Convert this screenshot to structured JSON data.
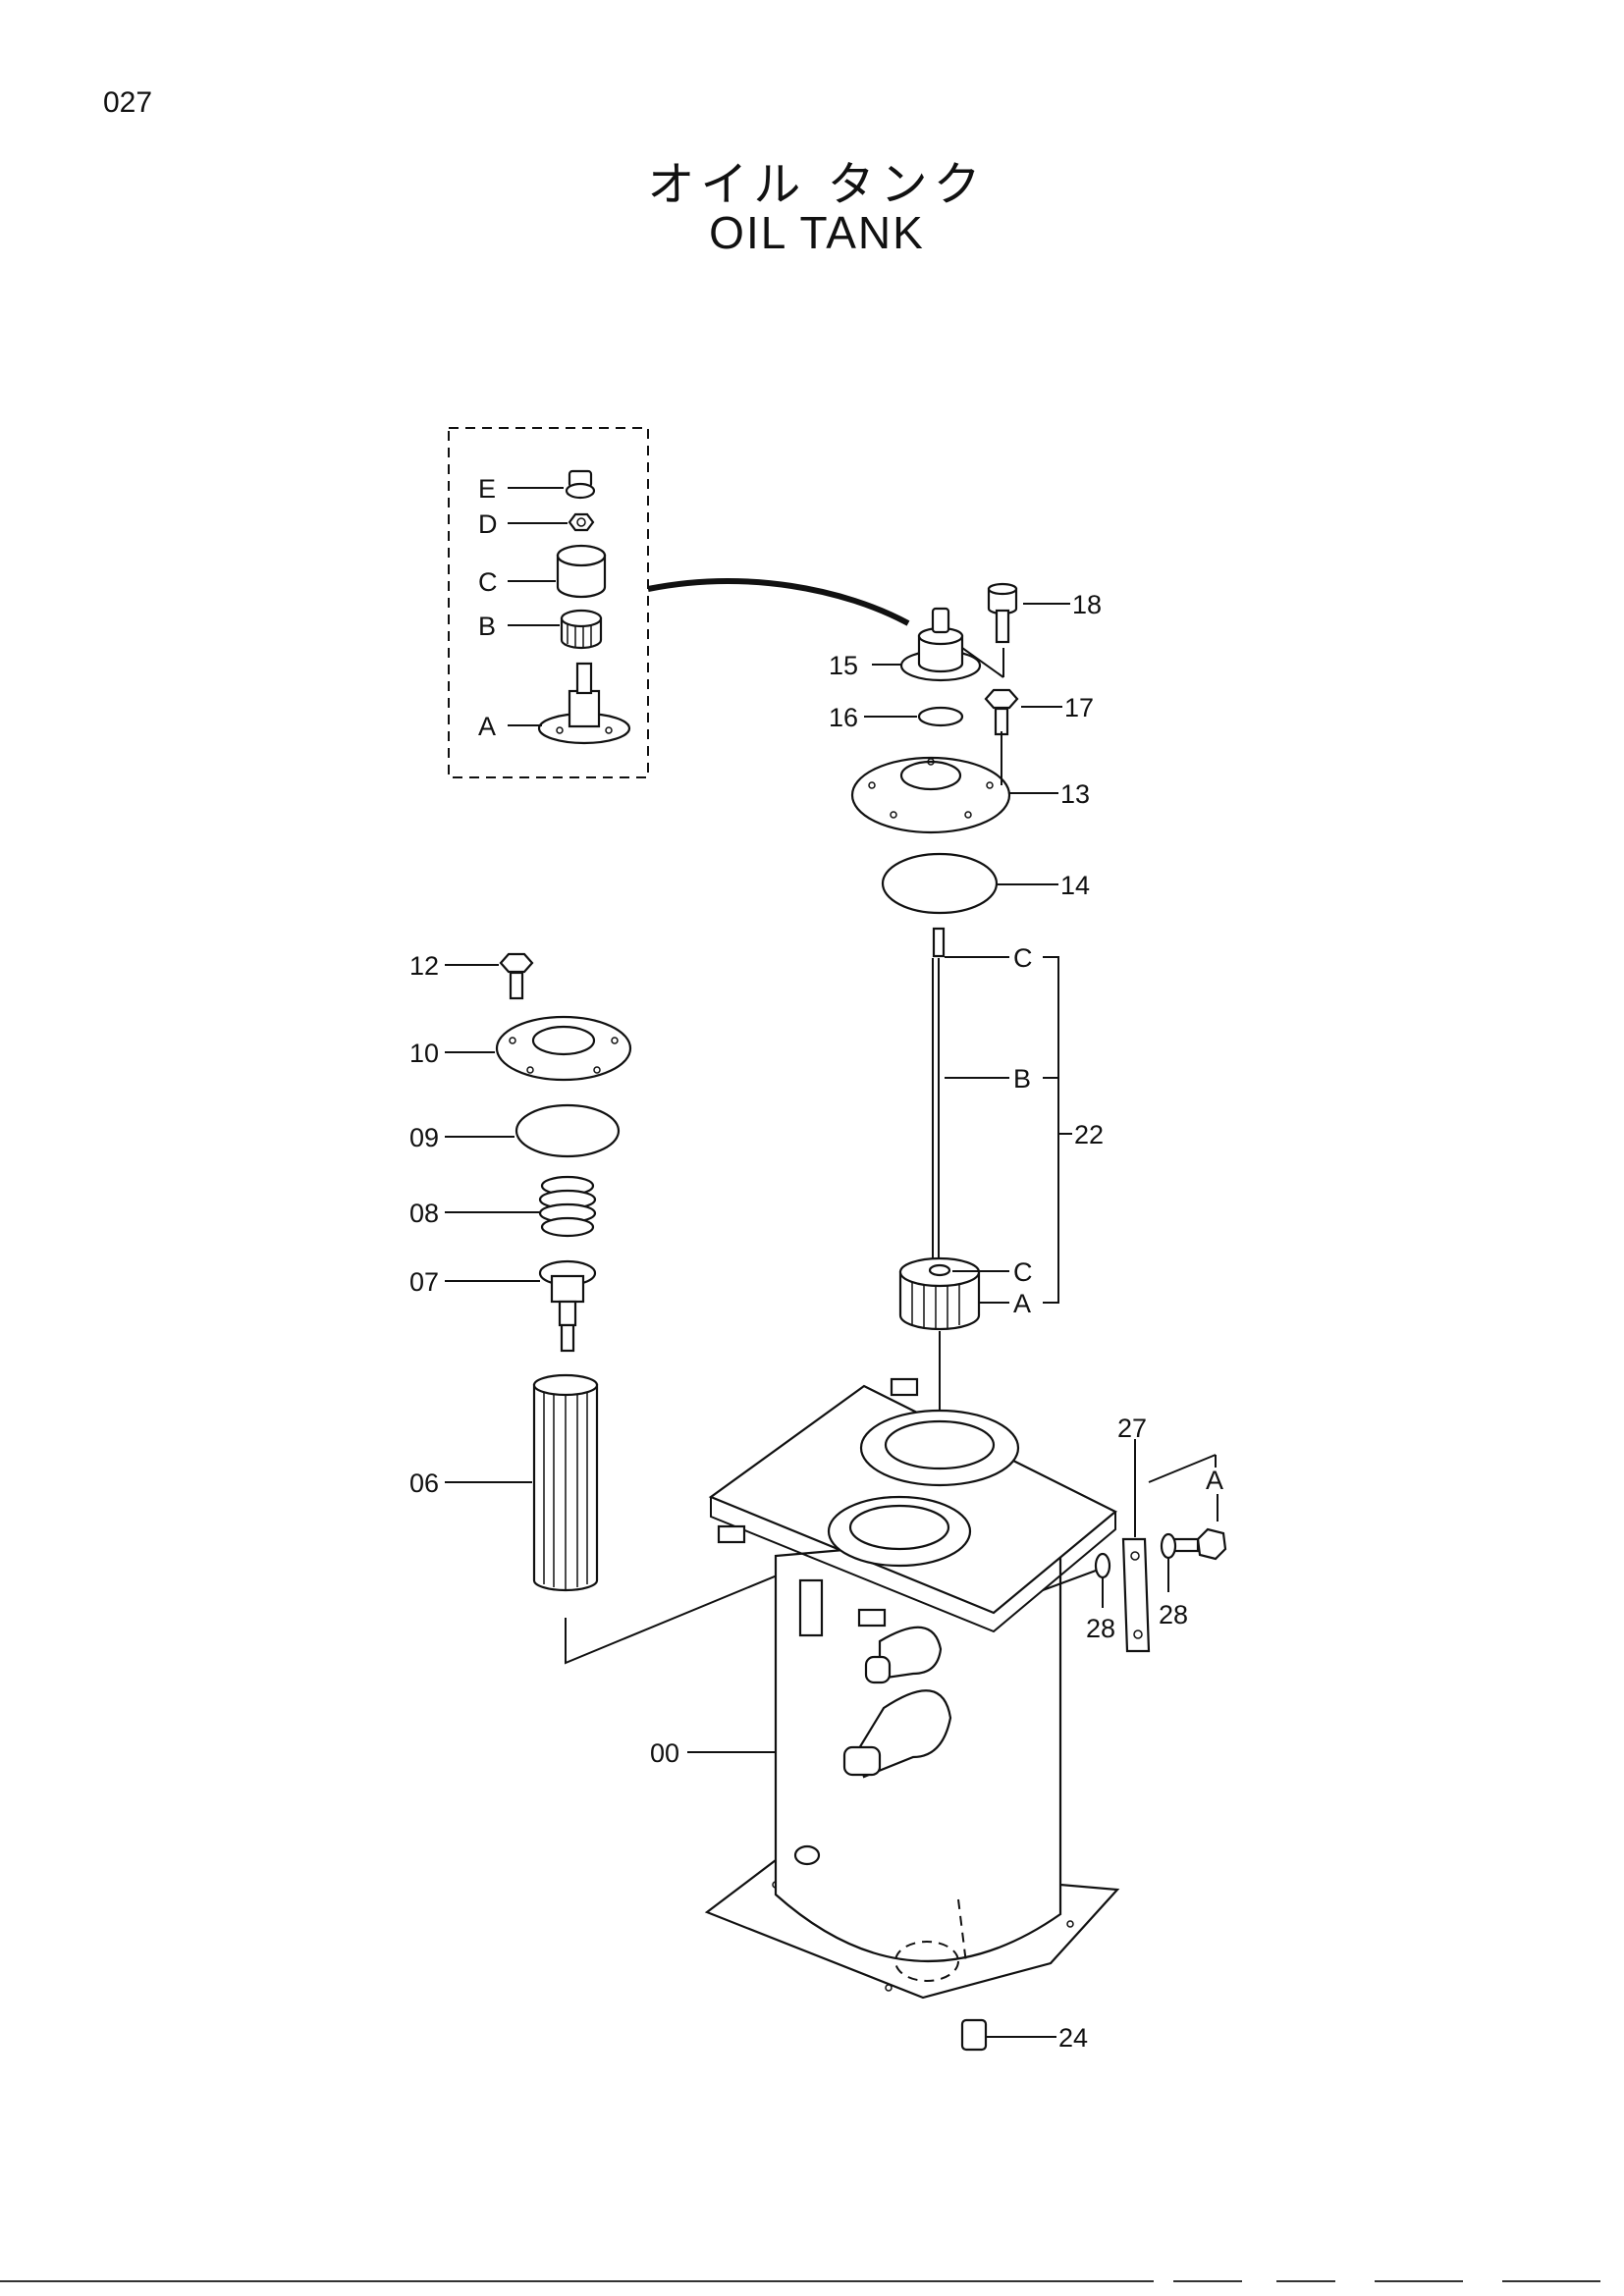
{
  "page": {
    "number": "027"
  },
  "title": {
    "japanese": "オイル タンク",
    "english": "OIL  TANK"
  },
  "callouts": {
    "inset": {
      "e": "E",
      "d": "D",
      "c": "C",
      "b": "B",
      "a": "A"
    },
    "p18": "18",
    "p15": "15",
    "p16": "16",
    "p17": "17",
    "p13": "13",
    "p14": "14",
    "p12": "12",
    "p10": "10",
    "p09": "09",
    "p08": "08",
    "p07": "07",
    "p06": "06",
    "p00": "00",
    "p24": "24",
    "p27": "27",
    "p28a": "28",
    "p28b": "28",
    "p27_a": "A",
    "p22": "22",
    "p22_c_top": "C",
    "p22_b": "B",
    "p22_c_bottom": "C",
    "p22_a": "A"
  }
}
